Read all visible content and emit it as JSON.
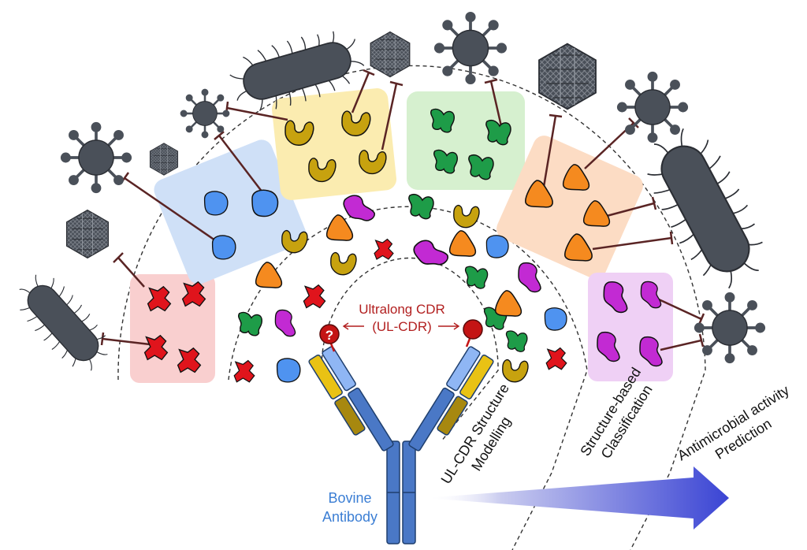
{
  "labels": {
    "ultralong_line1": "Ultralong CDR",
    "ultralong_line2": "(UL-CDR)",
    "bovine_line1": "Bovine",
    "bovine_line2": "Antibody",
    "modelling_line1": "UL-CDR Structure",
    "modelling_line2": "Modelling",
    "classification_line1": "Structure-based",
    "classification_line2": "Classification",
    "prediction_line1": "Antimicrobial activity",
    "prediction_line2": "Prediction",
    "question_mark": "?"
  },
  "colors": {
    "red": "#e0141c",
    "olive": "#c7a20f",
    "orange": "#f58a1f",
    "blue": "#4f93f0",
    "green": "#1e9c48",
    "magenta": "#c22ad3",
    "pathogen": "#4a5059",
    "box_red": "#f9cfcf",
    "box_blue": "#cfe0f7",
    "box_yellow": "#fbecb0",
    "box_green": "#d6f0cf",
    "box_orange": "#fcdcc4",
    "box_magenta": "#efd0f5",
    "inhibit_line": "#5a2424",
    "label_red": "#b21f1f",
    "label_blue": "#3b7ed4",
    "arrow_blue": "#3a44d4"
  },
  "icons": {
    "virus": "virus-icon",
    "bacterium": "bacterium-icon",
    "capsid": "capsid-icon",
    "antibody": "antibody-icon"
  }
}
